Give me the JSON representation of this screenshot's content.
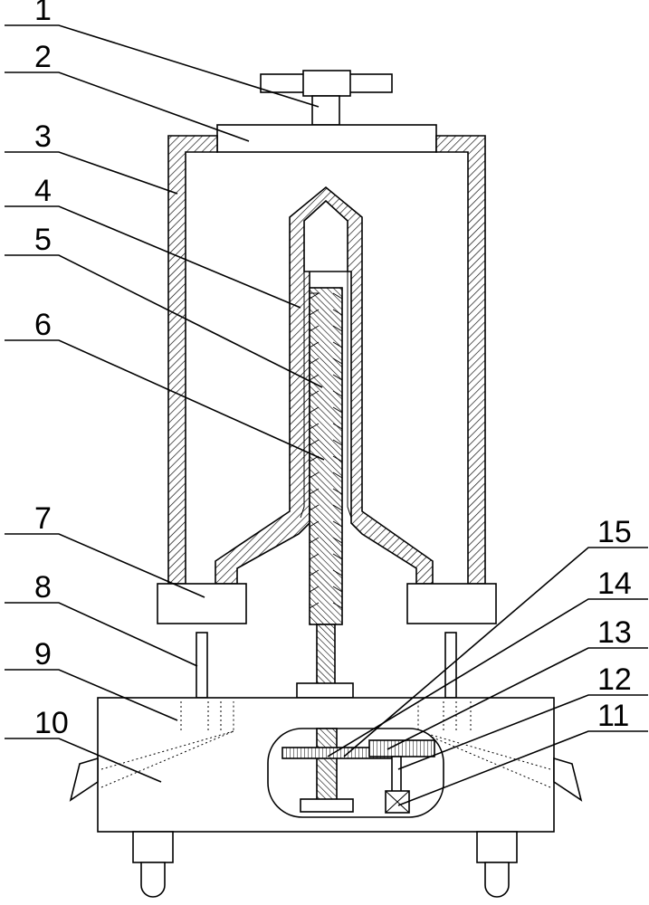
{
  "figure": {
    "callouts": [
      "1",
      "2",
      "3",
      "4",
      "5",
      "6",
      "7",
      "8",
      "9",
      "10",
      "11",
      "12",
      "13",
      "14",
      "15"
    ]
  },
  "colors": {
    "stroke": "#000000",
    "fill": "#ffffff",
    "hatch": "#000000"
  }
}
